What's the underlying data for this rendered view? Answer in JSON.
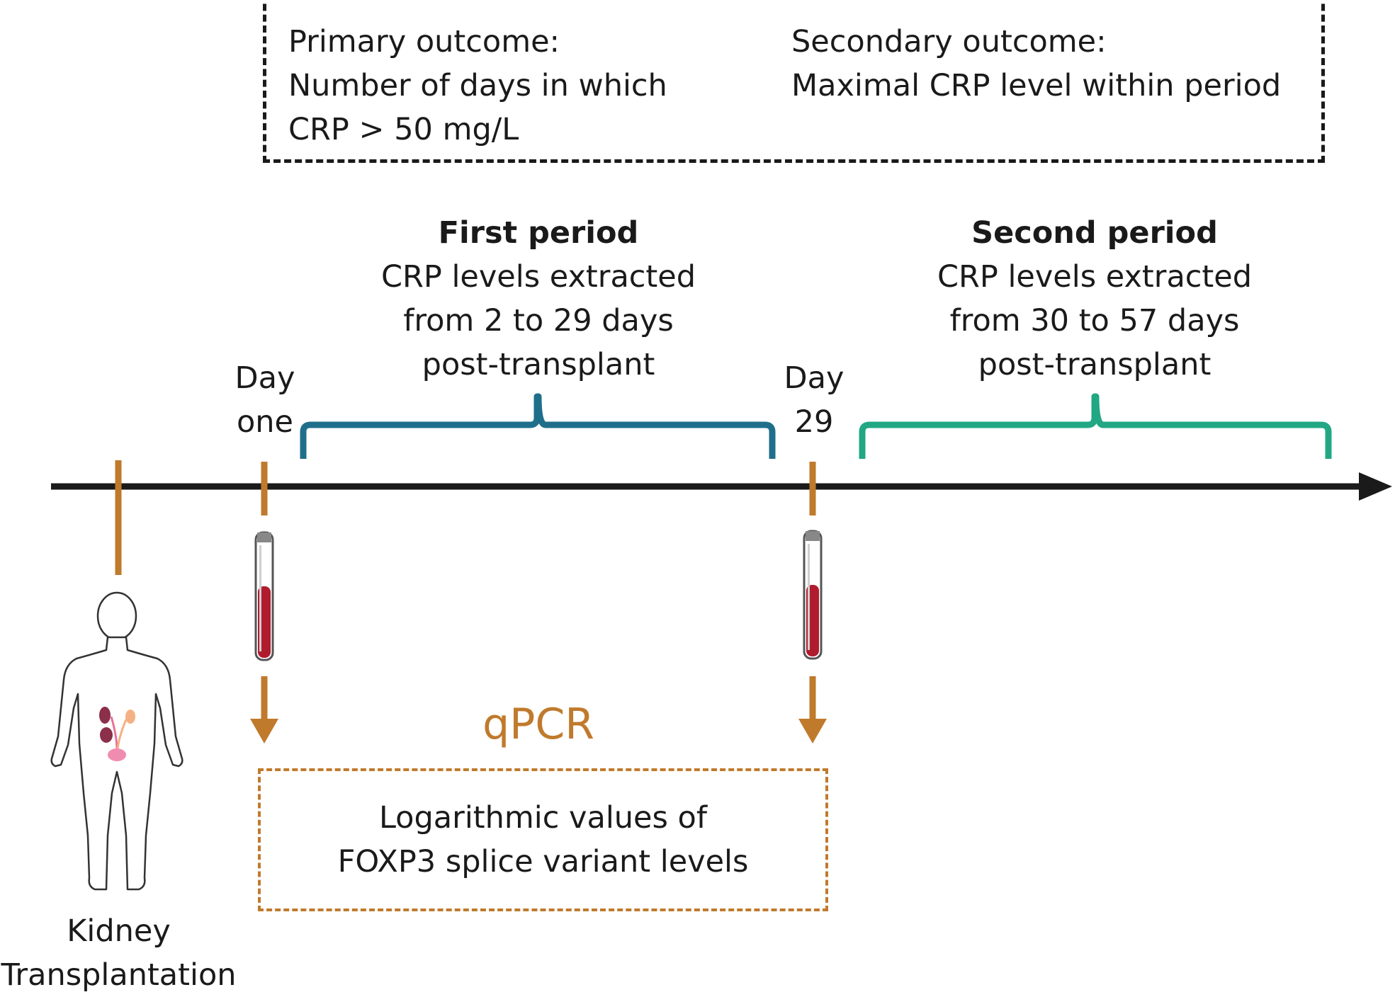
{
  "outcomes": {
    "primary": [
      "Primary outcome:",
      "Number  of days in which",
      "CRP > 50 mg/L"
    ],
    "secondary": [
      "Secondary outcome:",
      "Maximal CRP level within period"
    ]
  },
  "periods": {
    "first": {
      "title": "First period",
      "lines": [
        "CRP levels extracted",
        "from 2 to 29 days",
        "post-transplant"
      ],
      "color": "#1f6f8b"
    },
    "second": {
      "title": "Second period",
      "lines": [
        "CRP levels extracted",
        "from 30 to 57 days",
        "post-transplant"
      ],
      "color": "#21a783"
    }
  },
  "timepoints": {
    "day_one": [
      "Day",
      "one"
    ],
    "day_29": [
      "Day",
      "29"
    ]
  },
  "transplant_label": [
    "Kidney",
    "Transplantation"
  ],
  "assay": {
    "label": "qPCR",
    "color": "#c07a2c"
  },
  "result": [
    "Logarithmic values of",
    "FOXP3 splice variant levels"
  ],
  "colors": {
    "timeline": "#1a1a1a",
    "tick": "#c07a2c",
    "blood": "#b01c2e"
  }
}
